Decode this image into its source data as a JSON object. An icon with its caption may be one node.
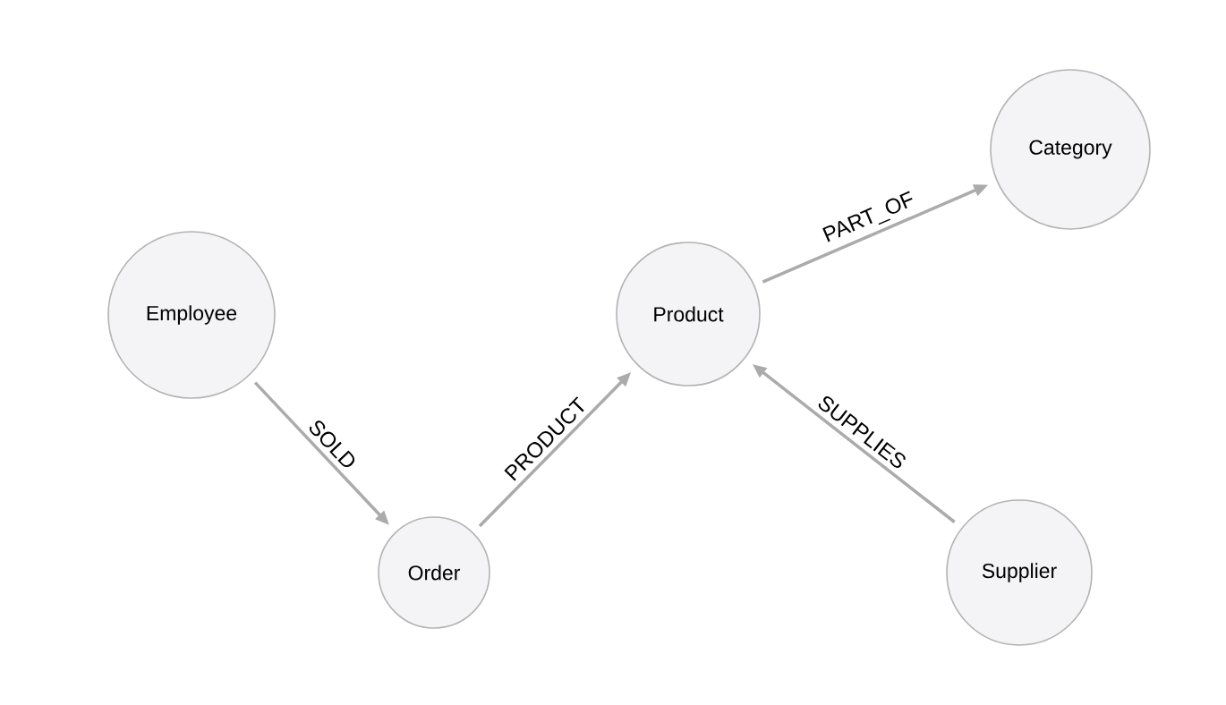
{
  "diagram": {
    "nodes": [
      {
        "text": [
          "Employee"
        ]
      },
      {
        "text": [
          "Order"
        ]
      },
      {
        "text": [
          "Product"
        ]
      },
      {
        "text": [
          "Category"
        ]
      },
      {
        "text": [
          "Supplier"
        ]
      }
    ],
    "edges": [
      {
        "from": 0,
        "to": 1,
        "arrow": "to",
        "label": "SOLD"
      },
      {
        "from": 1,
        "to": 2,
        "arrow": "to",
        "label": "PRODUCT"
      },
      {
        "from": 2,
        "to": 3,
        "arrow": "to",
        "label": "PART_OF"
      },
      {
        "from": 4,
        "to": 2,
        "arrow": "to",
        "label": "SUPPLIES"
      }
    ]
  }
}
